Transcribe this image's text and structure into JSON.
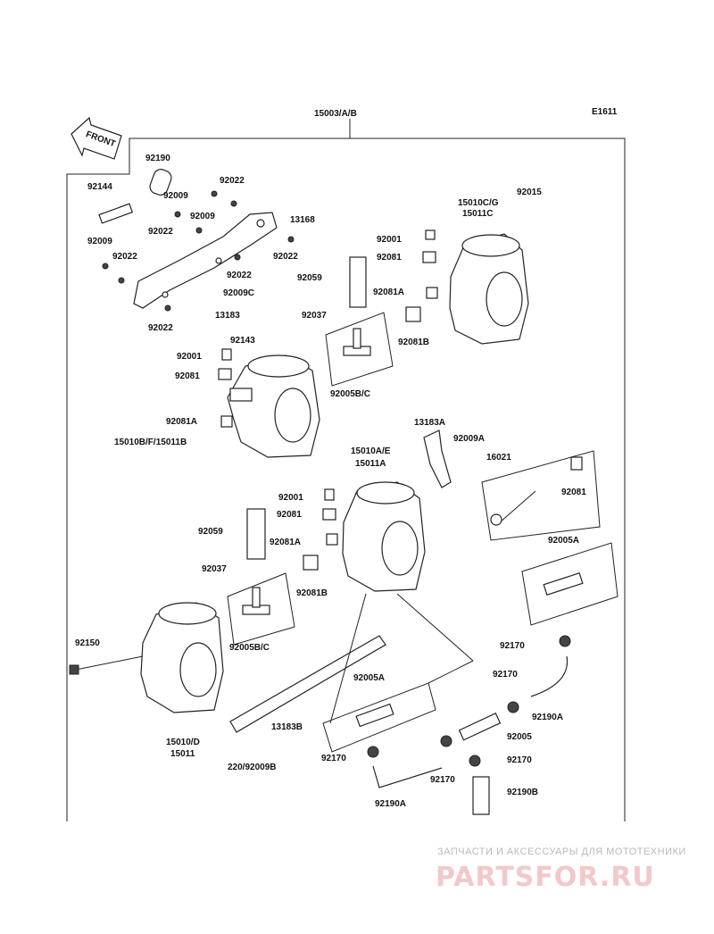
{
  "diagram": {
    "ref_code": "E1611",
    "front_label": "FRONT",
    "assembly_label": "15003/A/B",
    "callouts": [
      "92190",
      "92144",
      "92009",
      "92022",
      "92009",
      "92022",
      "13168",
      "92022",
      "92009",
      "92022",
      "92022",
      "92022",
      "92059",
      "92009C",
      "13183",
      "92037",
      "92143",
      "92001",
      "92081",
      "92081A",
      "15010B/F/15011B",
      "92005B/C",
      "15010C/G",
      "15011C",
      "92015",
      "92001",
      "92081",
      "92081A",
      "92081B",
      "13183A",
      "92009A",
      "15010A/E",
      "15011A",
      "16021",
      "92081",
      "92001",
      "92081",
      "92081A",
      "92081B",
      "92059",
      "92037",
      "92005B/C",
      "92005A",
      "92150",
      "92170",
      "92170",
      "92190A",
      "13183B",
      "15010/D",
      "15011",
      "220/92009B",
      "92005A",
      "92170",
      "92170",
      "92190A",
      "92005",
      "92170",
      "92190B"
    ]
  },
  "watermark": {
    "tagline": "ЗАПЧАСТИ И АКСЕССУАРЫ ДЛЯ МОТОТЕХНИКИ",
    "brand": "PARTSFOR.RU"
  }
}
